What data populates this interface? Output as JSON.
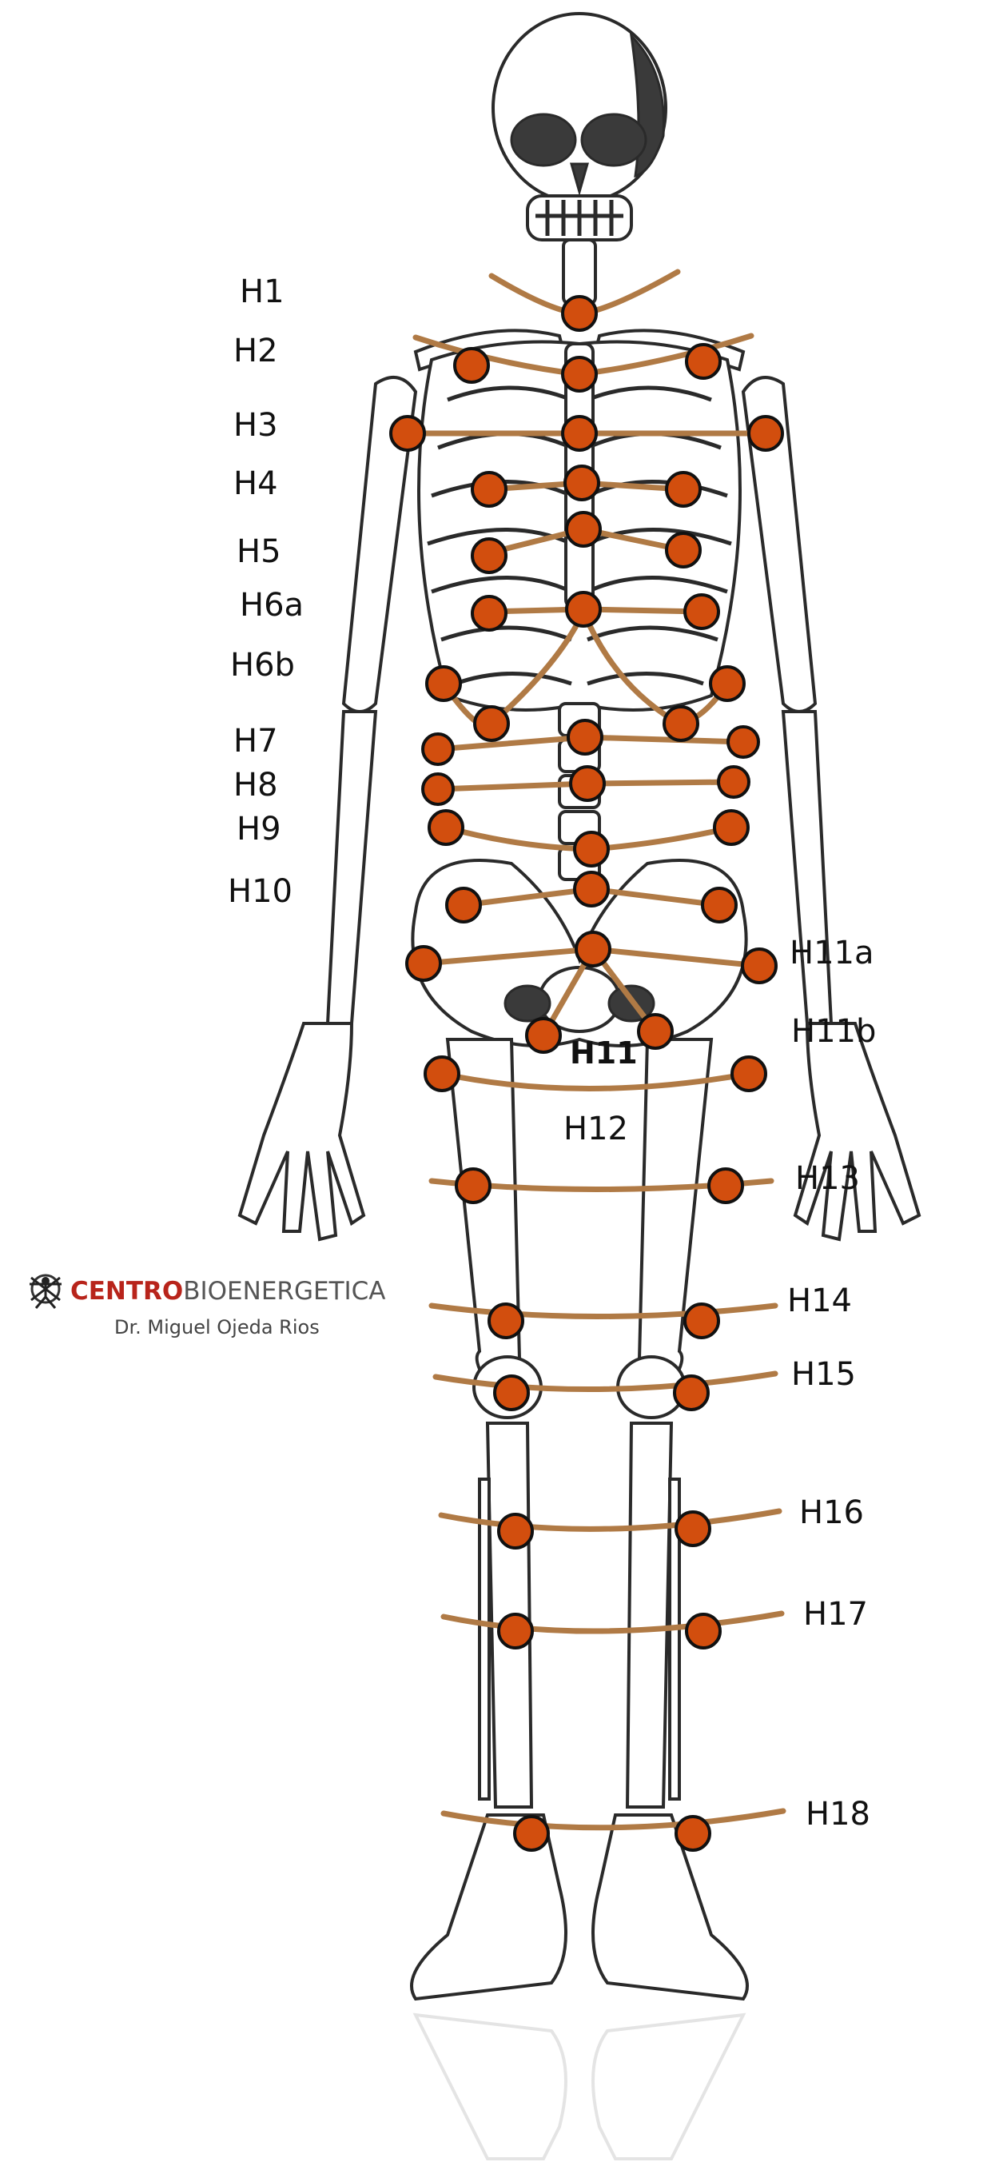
{
  "labels": {
    "H1": "H1",
    "H2": "H2",
    "H3": "H3",
    "H4": "H4",
    "H5": "H5",
    "H6a": "H6a",
    "H6b": "H6b",
    "H7": "H7",
    "H8": "H8",
    "H9": "H9",
    "H10": "H10",
    "H11a": "H11a",
    "H11b": "H11b",
    "H11": "H11",
    "H12": "H12",
    "H13": "H13",
    "H14": "H14",
    "H15": "H15",
    "H16": "H16",
    "H17": "H17",
    "H18": "H18"
  },
  "logo": {
    "brand_strong": "CENTRO",
    "brand_light": "BIOENERGETICA",
    "subtitle": "Dr. Miguel Ojeda Rios",
    "strong_color": "#b8241b",
    "light_color": "#555555"
  },
  "colors": {
    "point_fill": "#d24e0e",
    "line_color": "#b07a45",
    "bone_outline": "#2a2a2a"
  }
}
